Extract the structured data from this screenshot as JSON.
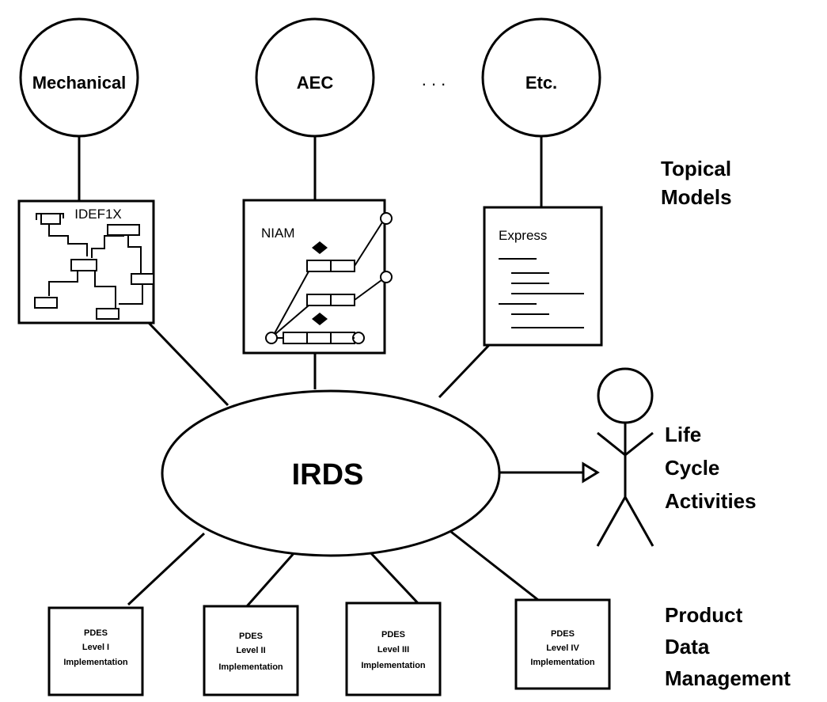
{
  "topics": [
    {
      "label": "Mechanical"
    },
    {
      "label": "AEC"
    },
    {
      "label": "Etc."
    }
  ],
  "ellipsis": ". . .",
  "models": [
    {
      "label": "IDEF1X"
    },
    {
      "label": "NIAM"
    },
    {
      "label": "Express"
    }
  ],
  "center": {
    "label": "IRDS"
  },
  "side_labels": {
    "topical": [
      "Topical",
      "Models"
    ],
    "life_cycle": [
      "Life",
      "Cycle",
      "Activities"
    ],
    "pdm": [
      "Product",
      "Data",
      "Management"
    ]
  },
  "implementations": [
    {
      "lines": [
        "PDES",
        "Level I",
        "Implementation"
      ]
    },
    {
      "lines": [
        "PDES",
        "Level II",
        "Implementation"
      ]
    },
    {
      "lines": [
        "PDES",
        "Level III",
        "Implementation"
      ]
    },
    {
      "lines": [
        "PDES",
        "Level IV",
        "Implementation"
      ]
    }
  ]
}
